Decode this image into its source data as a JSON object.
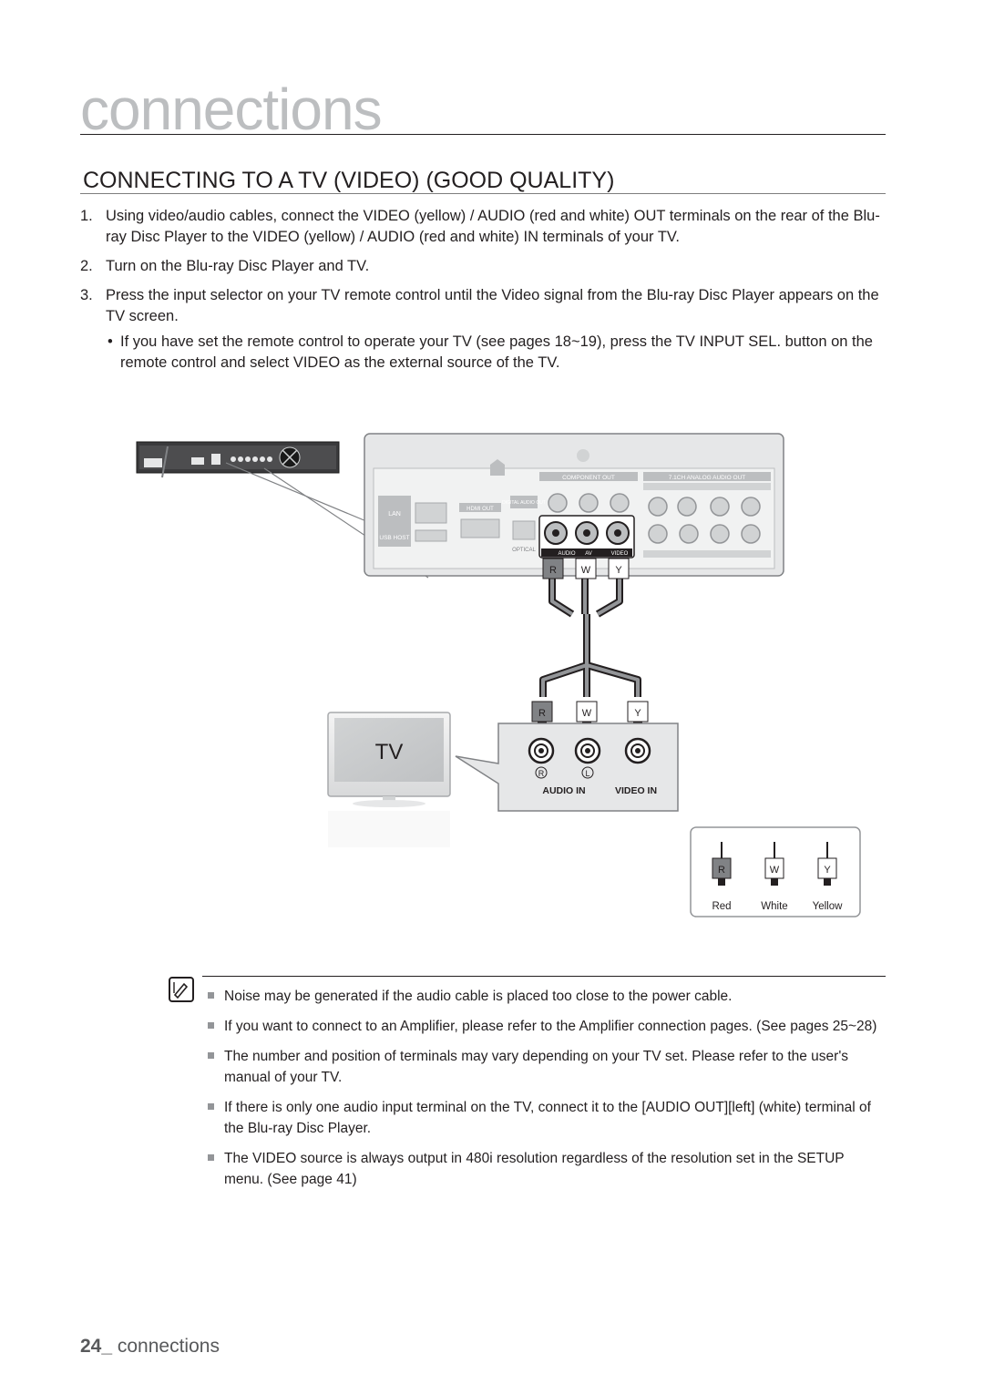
{
  "header": {
    "chapter": "connections"
  },
  "section": {
    "title": "CONNECTING TO A TV (VIDEO) (GOOD QUALITY)"
  },
  "steps": [
    {
      "num": "1.",
      "parts": [
        "Using video/audio cables, connect the ",
        "VIDEO (yellow) / AUDIO (red and white) OUT",
        " terminals on the rear of the Blu-ray Disc Player to the ",
        "VIDEO (yellow) / AUDIO (red and white) IN",
        " terminals of your TV."
      ]
    },
    {
      "num": "2.",
      "text": "Turn on the Blu-ray Disc Player and TV."
    },
    {
      "num": "3.",
      "text": "Press the input selector on your TV remote control until the Video signal from the Blu-ray Disc Player appears on the TV screen."
    }
  ],
  "bullet": {
    "dot": "•",
    "parts": [
      "If you have set the remote control to operate your TV (see pages 18~19), press the ",
      "TV INPUT SEL.",
      " button on the remote control and select VIDEO as the external source of the TV."
    ]
  },
  "diagram": {
    "player_panel": {
      "lan": "LAN",
      "usb_host": "USB HOST",
      "hdmi_out": "HDMI OUT",
      "digital_audio_out": "DIGITAL AUDIO OUT",
      "optical": "OPTICAL",
      "component_out": "COMPONENT OUT",
      "analog_audio_out": "7.1CH ANALOG AUDIO OUT",
      "audio": "AUDIO",
      "video": "VIDEO",
      "av": "AV"
    },
    "tv_label": "TV",
    "plug_labels": [
      "R",
      "W",
      "Y"
    ],
    "tv_panel": {
      "r": "R",
      "l": "L",
      "audio_in": "AUDIO IN",
      "video_in": "VIDEO IN"
    },
    "legend": [
      {
        "letter": "R",
        "name": "Red"
      },
      {
        "letter": "W",
        "name": "White"
      },
      {
        "letter": "Y",
        "name": "Yellow"
      }
    ]
  },
  "notes": [
    "Noise may be generated if the audio cable is placed too close to the power cable.",
    "If you want to connect to an Amplifier, please refer to the Amplifier connection pages. (See pages 25~28)",
    "The number and position of terminals may vary depending on your TV set. Please refer to the user's manual of your TV.",
    "If there is only one audio input terminal on the TV, connect it to the [AUDIO OUT][left] (white) terminal of the Blu-ray Disc Player.",
    "The VIDEO source is always output in 480i resolution regardless of the resolution set in the SETUP menu. (See page 41)"
  ],
  "footer": {
    "page": "24_",
    "label": " connections"
  },
  "colors": {
    "chapter_gray": "#bcbec0",
    "text": "#231f20",
    "panel_bg": "#e6e7e8"
  }
}
